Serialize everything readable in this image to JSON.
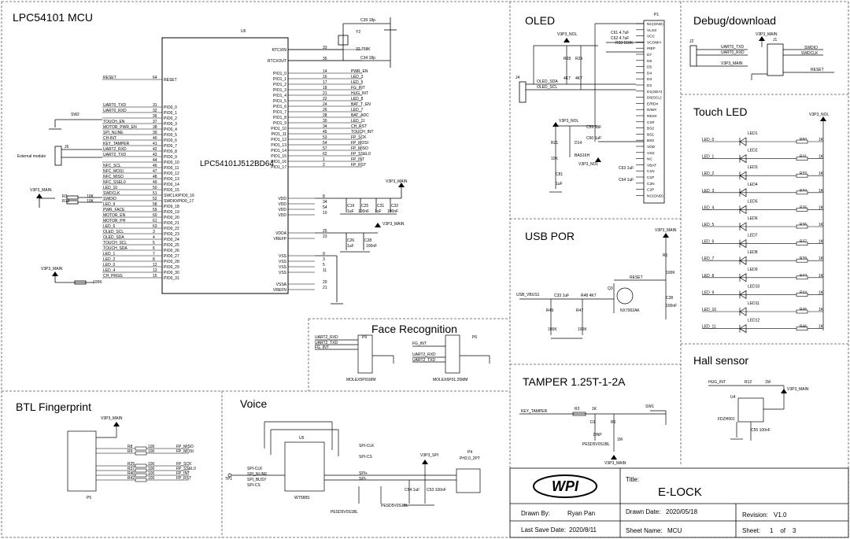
{
  "sections": {
    "mcu": "LPC54101 MCU",
    "oled": "OLED",
    "debug": "Debug/download",
    "touch_led": "Touch LED",
    "usb_por": "USB POR",
    "hall": "Hall sensor",
    "face": "Face Recognition",
    "tamper": "TAMPER    1.25T-1-2A",
    "btl": "BTL Fingerprint",
    "voice": "Voice"
  },
  "mcu": {
    "designator": "U6",
    "part": "LPC54101J512BD64",
    "crystal": "32.768K",
    "crystal_ref": "Y2",
    "left_pins": [
      {
        "num": "64",
        "name": "RESET",
        "net": "RESET"
      },
      {
        "num": "31",
        "name": "PIO0_0",
        "net": "UART0_TXD"
      },
      {
        "num": "32",
        "name": "PIO0_1",
        "net": "UART0_RXD"
      },
      {
        "num": "36",
        "name": "PIO0_2",
        "net": ""
      },
      {
        "num": "37",
        "name": "PIO0_3",
        "net": "TOUCH_EN"
      },
      {
        "num": "38",
        "name": "PIO0_4",
        "net": "MOTOR_PWR_EN"
      },
      {
        "num": "39",
        "name": "PIO0_5",
        "net": "SPI_NLINE"
      },
      {
        "num": "40",
        "name": "PIO0_6",
        "net": "CH-INT"
      },
      {
        "num": "41",
        "name": "PIO0_7",
        "net": "KEY_TAMPER"
      },
      {
        "num": "42",
        "name": "PIO0_8",
        "net": "UART2_RXD"
      },
      {
        "num": "43",
        "name": "PIO0_9",
        "net": "UART2_TXD"
      },
      {
        "num": "44",
        "name": "PIO0_10",
        "net": ""
      },
      {
        "num": "46",
        "name": "PIO0_11",
        "net": "NFC_SCL"
      },
      {
        "num": "47",
        "name": "PIO0_12",
        "net": "NFC_MOSI"
      },
      {
        "num": "48",
        "name": "PIO0_13",
        "net": "NFC_MISO"
      },
      {
        "num": "49",
        "name": "PIO0_14",
        "net": "NFC_SSEL0"
      },
      {
        "num": "50",
        "name": "PIO0_15",
        "net": "LED_10"
      },
      {
        "num": "51",
        "name": "SWCLK/PIO0_16",
        "net": "SWDCLK"
      },
      {
        "num": "52",
        "name": "SWDIO/PIO0_17",
        "net": "SWDIO"
      },
      {
        "num": "58",
        "name": "PIO0_18",
        "net": "LED_9"
      },
      {
        "num": "59",
        "name": "PIO0_19",
        "net": "PWR_FACE"
      },
      {
        "num": "60",
        "name": "PIO0_20",
        "net": "MOTOR_EN"
      },
      {
        "num": "61",
        "name": "PIO0_21",
        "net": "MOTOR_PH"
      },
      {
        "num": "63",
        "name": "PIO0_22",
        "net": "LED_6"
      },
      {
        "num": "3",
        "name": "PIO0_23",
        "net": "OLED_SCL"
      },
      {
        "num": "4",
        "name": "PIO0_24",
        "net": "OLED_SDA"
      },
      {
        "num": "5",
        "name": "PIO0_25",
        "net": "TOUCH_SCL"
      },
      {
        "num": "6",
        "name": "PIO0_26",
        "net": "TOUCH_SDA"
      },
      {
        "num": "7",
        "name": "PIO0_27",
        "net": "LED_1"
      },
      {
        "num": "8",
        "name": "PIO0_28",
        "net": "LED_2"
      },
      {
        "num": "12",
        "name": "PIO0_29",
        "net": "LED_0"
      },
      {
        "num": "13",
        "name": "PIO0_30",
        "net": "LED_4"
      },
      {
        "num": "15",
        "name": "PIO0_31",
        "net": "CH_PRGG"
      }
    ],
    "right_pins": [
      {
        "num": "33",
        "name": "RTCXIN",
        "net": ""
      },
      {
        "num": "35",
        "name": "RTCXOUT",
        "net": ""
      },
      {
        "num": "14",
        "name": "PIO1_0",
        "net": "PWR_EN"
      },
      {
        "num": "16",
        "name": "PIO1_1",
        "net": "LED_3"
      },
      {
        "num": "17",
        "name": "PIO1_2",
        "net": "LED_5"
      },
      {
        "num": "18",
        "name": "PIO1_3",
        "net": "FG_INT"
      },
      {
        "num": "21",
        "name": "PIO1_4",
        "net": "HUG_INT"
      },
      {
        "num": "22",
        "name": "PIO1_5",
        "net": "LED_8"
      },
      {
        "num": "24",
        "name": "PIO1_6",
        "net": "BAT_T_EN"
      },
      {
        "num": "26",
        "name": "PIO1_7",
        "net": "LED_7"
      },
      {
        "num": "28",
        "name": "PIO1_8",
        "net": "BAT_ADC"
      },
      {
        "num": "30",
        "name": "PIO1_9",
        "net": "LED_11"
      },
      {
        "num": "34",
        "name": "PIO1_10",
        "net": "CH_RST"
      },
      {
        "num": "45",
        "name": "PIO1_11",
        "net": "TOUCH_INT"
      },
      {
        "num": "53",
        "name": "PIO1_12",
        "net": "FP_SCK"
      },
      {
        "num": "54",
        "name": "PIO1_13",
        "net": "FP_MOSI"
      },
      {
        "num": "57",
        "name": "PIO1_14",
        "net": "FP_MISO"
      },
      {
        "num": "62",
        "name": "PIO1_15",
        "net": "FP_SSEL0"
      },
      {
        "num": "1",
        "name": "PIO1_16",
        "net": "FP_INT"
      },
      {
        "num": "2",
        "name": "PIO1_17",
        "net": "FP_RST"
      }
    ],
    "power_pins": [
      {
        "num": "8",
        "name": "VDD"
      },
      {
        "num": "34",
        "name": "VDD"
      },
      {
        "num": "54",
        "name": "VDD"
      },
      {
        "num": "10",
        "name": "VDD"
      },
      {
        "num": "25",
        "name": "VDDA"
      },
      {
        "num": "23",
        "name": "VREFP"
      },
      {
        "num": "9",
        "name": "VSS"
      },
      {
        "num": "3",
        "name": "VSS"
      },
      {
        "num": "5",
        "name": "VSS"
      },
      {
        "num": "11",
        "name": "VSS"
      },
      {
        "num": "20",
        "name": "VSSA"
      },
      {
        "num": "21",
        "name": "VREFN"
      }
    ],
    "caps": [
      {
        "ref": "C19",
        "val": "1uF"
      },
      {
        "ref": "C25",
        "val": "100nF"
      },
      {
        "ref": "C31",
        "val": "1uF"
      },
      {
        "ref": "C32",
        "val": "100nF"
      },
      {
        "ref": "C26",
        "val": "1uF"
      },
      {
        "ref": "C28",
        "val": "100nF"
      },
      {
        "ref": "C39",
        "val": "18p"
      },
      {
        "ref": "C34",
        "val": "18p"
      }
    ],
    "misc": {
      "sw_ref": "SW2",
      "ext_module": "External module",
      "j6": "J6",
      "r13": "R13",
      "r3": "R3",
      "r_10k_a": "10K",
      "r_10k_b": "10K",
      "r_100k": "100K",
      "v3p3_main": "V3P3_MAIN"
    }
  },
  "oled": {
    "designator": "P1",
    "connector": "J4",
    "pins": [
      "NC(GND)",
      "VLSS",
      "VCC",
      "VCOMH",
      "IREF",
      "D7",
      "D6",
      "D5",
      "D4",
      "D3",
      "D2",
      "D1(SDA)",
      "D0(SCL)",
      "E/RD#",
      "R/W#",
      "RES#",
      "CS#",
      "BS2",
      "BS1",
      "BS0",
      "VDD",
      "VSS",
      "NC",
      "VBAT",
      "C1N",
      "C1P",
      "C2N",
      "C2P",
      "NC(GND)"
    ],
    "nets": {
      "sda": "OLED_SDA",
      "scl": "OLED_SCL",
      "v3p3_nol": "V3P3_NOL"
    },
    "parts": [
      {
        "ref": "R28",
        "val": "4K7"
      },
      {
        "ref": "R29",
        "val": "4K7"
      },
      {
        "ref": "R21",
        "val": "10K"
      },
      {
        "ref": "R33",
        "val": "510K"
      },
      {
        "ref": "D14",
        "val": "BAS16H"
      },
      {
        "ref": "C81",
        "val": "1uF"
      },
      {
        "ref": "C59",
        "val": "1uF"
      },
      {
        "ref": "C60",
        "val": "1uF"
      },
      {
        "ref": "C61",
        "val": "4.7uF"
      },
      {
        "ref": "C62",
        "val": "4.7uF"
      },
      {
        "ref": "C63",
        "val": "1uF"
      },
      {
        "ref": "C64",
        "val": "1uF"
      }
    ],
    "rail": "V3P3_NOL"
  },
  "debug": {
    "j2": "J2",
    "j1": "J1",
    "left_nets": [
      "UART0_TXD",
      "UART0_RXD",
      "V3P3_MAIN"
    ],
    "right_nets": [
      "SWDIO",
      "SWDCLK",
      "RESET"
    ],
    "rail": "V3P3_MAIN"
  },
  "touch_led": {
    "rail": "V3P3_NOL",
    "leds": [
      {
        "net": "LED_0",
        "ref": "LED1",
        "r": "R50",
        "v": "1K"
      },
      {
        "net": "LED_1",
        "ref": "LED2",
        "r": "R31",
        "v": "1K"
      },
      {
        "net": "LED_2",
        "ref": "LED3",
        "r": "R32",
        "v": "1K"
      },
      {
        "net": "LED_3",
        "ref": "LED4",
        "r": "R34",
        "v": "1K"
      },
      {
        "net": "LED_4",
        "ref": "LED5",
        "r": "R35",
        "v": "1K"
      },
      {
        "net": "LED_5",
        "ref": "LED6",
        "r": "R36",
        "v": "1K"
      },
      {
        "net": "LED_6",
        "ref": "LED7",
        "r": "R37",
        "v": "1K"
      },
      {
        "net": "LED_7",
        "ref": "LED8",
        "r": "R39",
        "v": "1K"
      },
      {
        "net": "LED_8",
        "ref": "LED9",
        "r": "R43",
        "v": "1K"
      },
      {
        "net": "LED_9",
        "ref": "LED10",
        "r": "R44",
        "v": "1K"
      },
      {
        "net": "LED_10",
        "ref": "LED11",
        "r": "R45",
        "v": "1K"
      },
      {
        "net": "LED_11",
        "ref": "LED12",
        "r": "R46",
        "v": "1K"
      }
    ]
  },
  "usb_por": {
    "net": "USB_VBUS1",
    "rail": "V3P3_MAIN",
    "reset": "RESET",
    "q": "Q3",
    "q_part": "NX7002AK",
    "parts": [
      {
        "ref": "C33",
        "val": "1uF"
      },
      {
        "ref": "R48",
        "val": "4K7"
      },
      {
        "ref": "R49",
        "val": "100K"
      },
      {
        "ref": "R47",
        "val": "100K"
      },
      {
        "ref": "R1",
        "val": "100K"
      },
      {
        "ref": "C38",
        "val": "100nF"
      }
    ]
  },
  "hall": {
    "net": "HUG_INT",
    "rail": "V3P3_MAIN",
    "u": "U4",
    "part": "FDZH001",
    "r": "R12",
    "r_val": "1M",
    "c": "C55",
    "c_val": "100nF"
  },
  "face": {
    "p9": "P9",
    "p6": "P6",
    "p9_nets": [
      "UART2_RXD",
      "UART2_TXD",
      "FG_INT"
    ],
    "p6_nets": [
      "FG_INT",
      "UART2_RXD",
      "UART2_TXD"
    ],
    "p9_part": "MOLEX5P01MM",
    "p6_part": "MOLEX6P01.25MM"
  },
  "tamper": {
    "net": "KEY_TAMPER",
    "r": "R3",
    "r_val": "1K",
    "r2": "R6",
    "r2_val": "1M",
    "sw": "SW1",
    "d": "D1",
    "d_part": "PESD5V0S1BL",
    "dnp": "DNP",
    "rail": "V3P3_MAIN"
  },
  "btl": {
    "p": "P5",
    "rail": "V3P3_MAIN",
    "nets": [
      "FP_MISO",
      "FP_MOSI",
      "FP_SCK",
      "FP_SSEL0",
      "FP_INT",
      "FP_RST"
    ],
    "resistors": [
      {
        "ref": "R8",
        "v": "100"
      },
      {
        "ref": "R9",
        "v": "100"
      },
      {
        "ref": "R25",
        "v": "100"
      },
      {
        "ref": "R37",
        "v": "100"
      },
      {
        "ref": "R40",
        "v": "100"
      },
      {
        "ref": "R42",
        "v": "100"
      }
    ]
  },
  "voice": {
    "u": "U5",
    "part": "WT588S",
    "tp": "TP1",
    "p4": "P4",
    "p4_part": "PH2.0_2PT",
    "rail": "V3P3_SPI",
    "left_nets": [
      "SPI-CLK",
      "SPI_NLINE",
      "SPI_BUSY",
      "SPI-CS"
    ],
    "right_nets": [
      "SPI-CLK",
      "SPI-CS",
      "SPI+",
      "SPI-"
    ],
    "diode": "PESD5V0S1BL",
    "caps": [
      {
        "ref": "C54",
        "val": "1uF"
      },
      {
        "ref": "C53",
        "val": "100nF"
      }
    ]
  },
  "title_block": {
    "title_label": "Title:",
    "title": "E-LOCK",
    "drawn_by_label": "Drawn By:",
    "drawn_by": "Ryan Pan",
    "drawn_date_label": "Drawn Date:",
    "drawn_date": "2020/05/18",
    "revision_label": "Revision:",
    "revision": "V1.0",
    "last_save_label": "Last Save Date:",
    "last_save": "2020/8/11",
    "sheet_name_label": "Sheet Name:",
    "sheet_name": "MCU",
    "sheet_label": "Sheet:",
    "sheet": "1    of    3",
    "logo": "WPI"
  }
}
